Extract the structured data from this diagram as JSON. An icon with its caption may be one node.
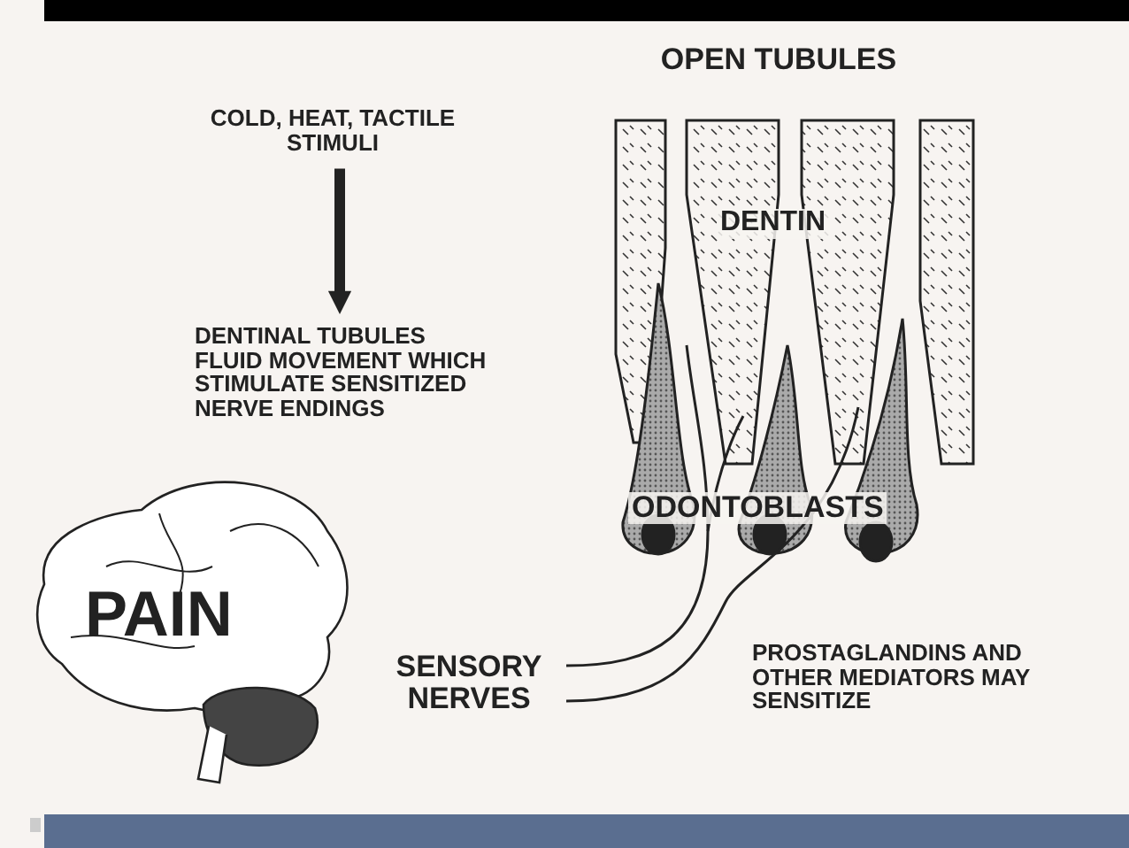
{
  "diagram": {
    "nodes": [
      {
        "text": [
          "COLD, HEAT, TACTILE STIMULI"
        ]
      },
      {
        "text": [
          "DENTINAL TUBULES FLUID MOVEMENT WHICH STIMULATE SENSITIZED NERVE ENDINGS"
        ]
      }
    ],
    "edges": [
      {
        "from": 0,
        "to": 1,
        "arrow": "to"
      }
    ],
    "labels": [
      "OPEN TUBULES",
      "DENTIN",
      "ODONTOBLASTS",
      "PAIN",
      "SENSORY NERVES",
      "PROSTAGLANDINS AND OTHER MEDIATORS MAY SENSITIZE"
    ]
  }
}
